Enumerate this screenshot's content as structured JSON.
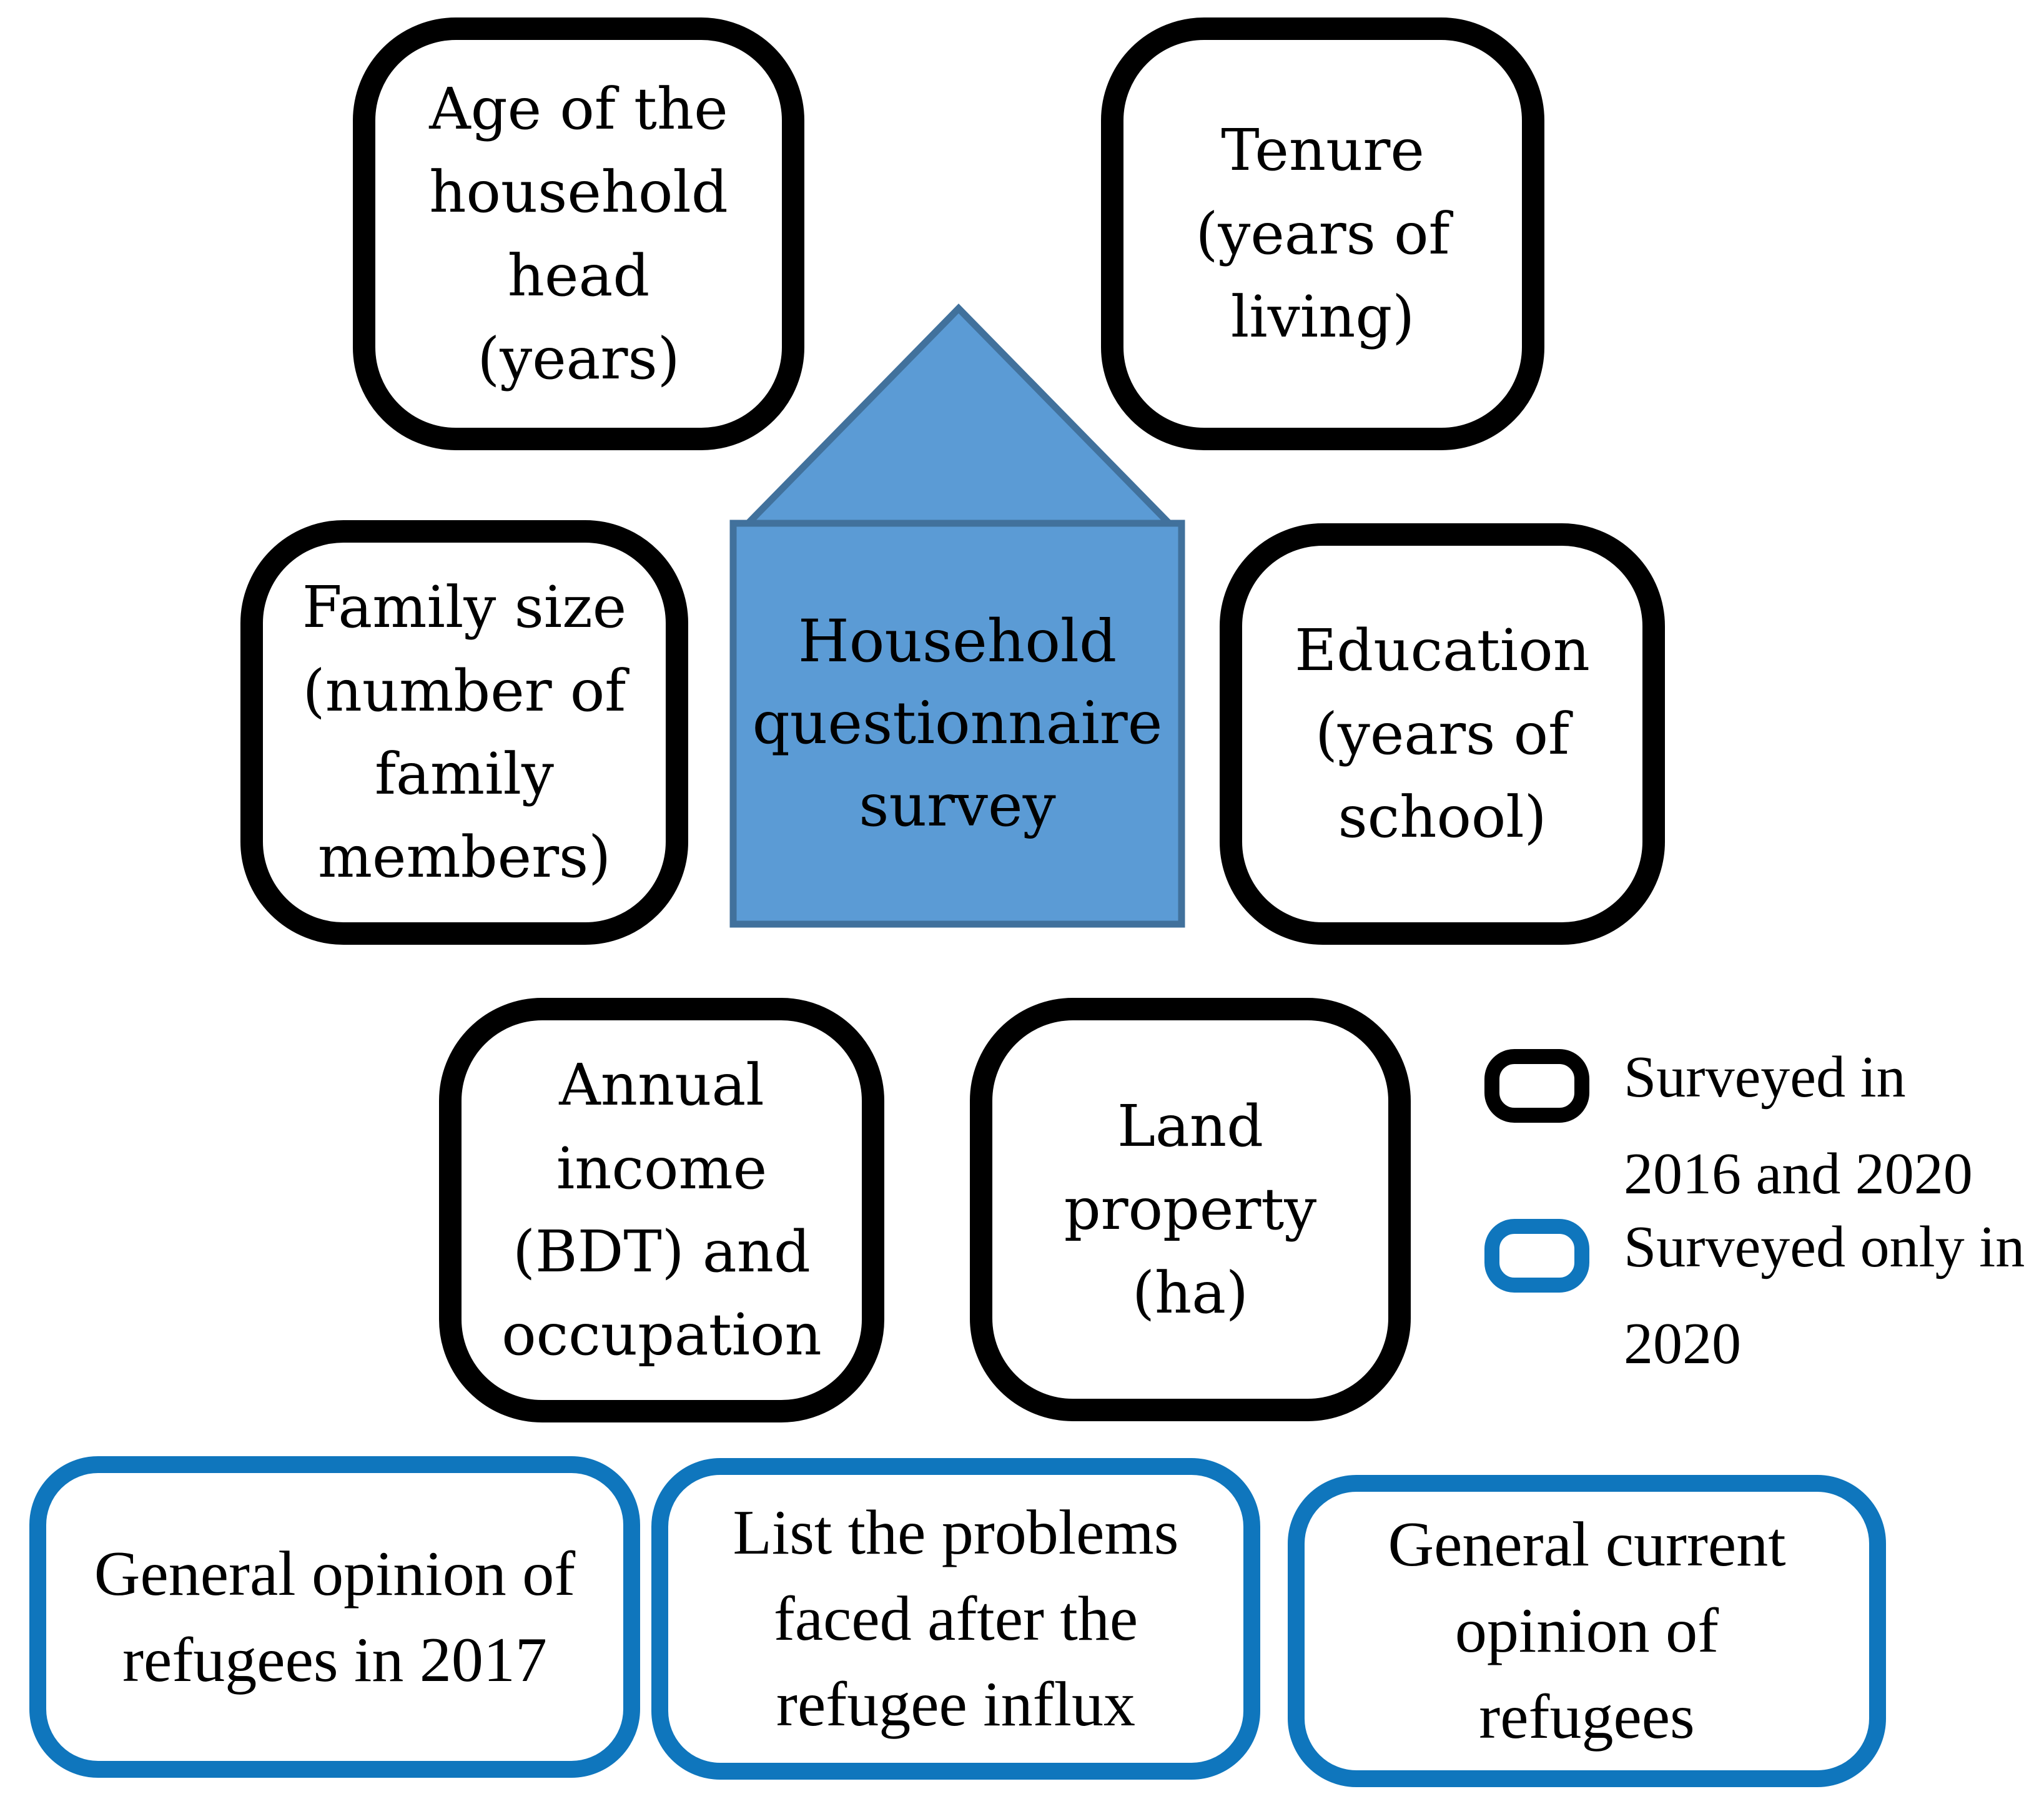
{
  "figure": {
    "house": {
      "label": "Household\nquestionnaire\nsurvey",
      "fill_color": "#5B9BD5",
      "border_color": "#41719C"
    },
    "surveyed_2016_2020": {
      "age": "Age of the\nhousehold\nhead\n(years)",
      "tenure": "Tenure\n(years of\nliving)",
      "family_size": "Family size\n(number of\nfamily\nmembers)",
      "education": "Education\n(years of\nschool)",
      "annual_income": "Annual\nincome\n(BDT) and\noccupation",
      "land_property": "Land\nproperty\n(ha)"
    },
    "surveyed_2020_only": {
      "opinion_2017": "General opinion of\nrefugees in 2017",
      "problems_influx": "List the problems\nfaced after the\nrefugee influx",
      "current_opinion": "General current\nopinion of\nrefugees"
    },
    "legend": {
      "items": [
        {
          "label": "Surveyed in\n2016 and 2020",
          "swatch_color": "#000000"
        },
        {
          "label": "Surveyed only in\n2020",
          "swatch_color": "#0F76BD"
        }
      ]
    },
    "colors": {
      "black_outline": "#000000",
      "blue_outline": "#0F76BD"
    }
  }
}
